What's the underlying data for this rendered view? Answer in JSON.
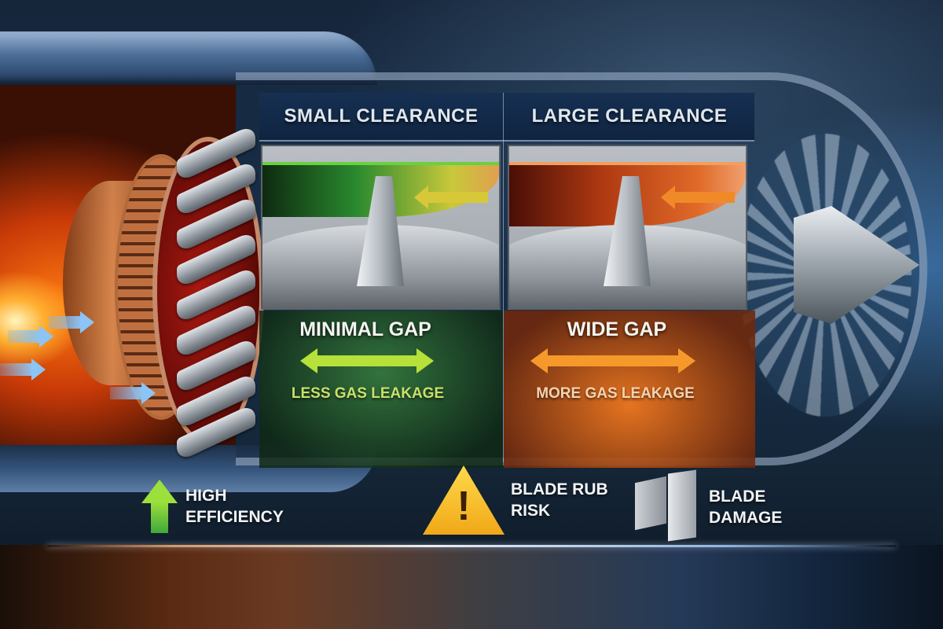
{
  "diagram": {
    "subject": "Turbine blade tip clearance comparison",
    "panels": [
      {
        "id": "small",
        "header": "SMALL CLEARANCE",
        "gap_label": "MINIMAL GAP",
        "effect_label": "LESS GAS LEAKAGE",
        "accent_color": "#b6e03a",
        "effect_color": "#c8e06a"
      },
      {
        "id": "large",
        "header": "LARGE CLEARANCE",
        "gap_label": "WIDE GAP",
        "effect_label": "MORE GAS LEAKAGE",
        "accent_color": "#f59a2a",
        "effect_color": "#f6d2b0"
      }
    ],
    "legend": [
      {
        "icon": "up-arrow-icon",
        "label": "HIGH\nEFFICIENCY",
        "color": "#9ce03c"
      },
      {
        "icon": "warning-icon",
        "label": "BLADE RUB\nRISK",
        "color": "#ffd94a"
      },
      {
        "icon": "broken-blade-icon",
        "label": "BLADE\nDAMAGE",
        "color": "#cfd3d8"
      }
    ],
    "colors": {
      "background": "#15253a",
      "header_band": "#163052",
      "fire": "#ff7a10",
      "inflow_arrows": "#8cc4f6"
    }
  }
}
